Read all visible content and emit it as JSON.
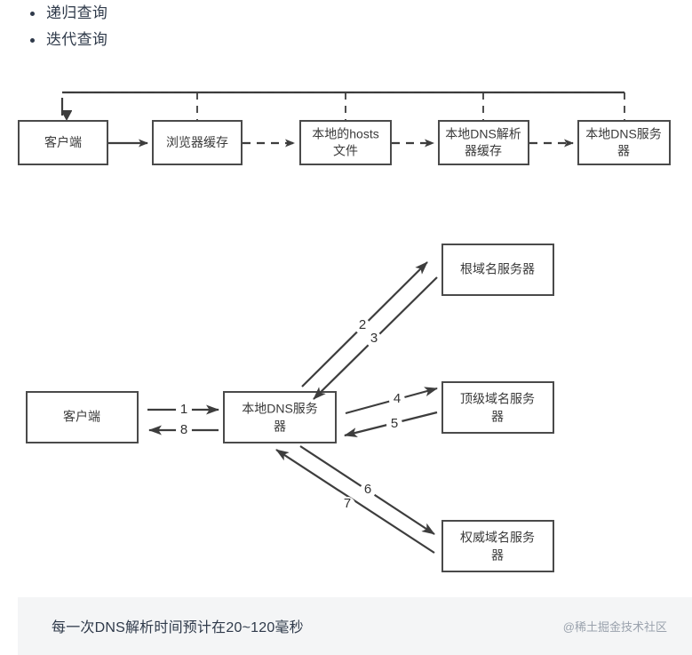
{
  "bullets": [
    {
      "label": "递归查询"
    },
    {
      "label": "迭代查询"
    }
  ],
  "diagram_one": {
    "nodes": [
      {
        "id": "client",
        "label": "客户端",
        "lines": [
          "客户端"
        ]
      },
      {
        "id": "browser-cache",
        "label": "浏览器缓存",
        "lines": [
          "浏览器缓存"
        ]
      },
      {
        "id": "hosts-file",
        "label": "本地的hosts文件",
        "lines": [
          "本地的hosts",
          "文件"
        ]
      },
      {
        "id": "resolver-cache",
        "label": "本地DNS解析器缓存",
        "lines": [
          "本地DNS解析",
          "器缓存"
        ]
      },
      {
        "id": "local-dns",
        "label": "本地DNS服务器",
        "lines": [
          "本地DNS服务",
          "器"
        ]
      }
    ]
  },
  "diagram_two": {
    "nodes": [
      {
        "id": "client",
        "label": "客户端",
        "lines": [
          "客户端"
        ]
      },
      {
        "id": "local-dns",
        "label": "本地DNS服务器",
        "lines": [
          "本地DNS服务",
          "器"
        ]
      },
      {
        "id": "root-server",
        "label": "根域名服务器",
        "lines": [
          "根域名服务器"
        ]
      },
      {
        "id": "tld-server",
        "label": "顶级域名服务器",
        "lines": [
          "顶级域名服务",
          "器"
        ]
      },
      {
        "id": "auth-server",
        "label": "权威域名服务器",
        "lines": [
          "权威域名服务",
          "器"
        ]
      }
    ],
    "steps": [
      {
        "num": "1",
        "from": "client",
        "to": "local-dns"
      },
      {
        "num": "2",
        "from": "local-dns",
        "to": "root-server"
      },
      {
        "num": "3",
        "from": "root-server",
        "to": "local-dns"
      },
      {
        "num": "4",
        "from": "local-dns",
        "to": "tld-server"
      },
      {
        "num": "5",
        "from": "tld-server",
        "to": "local-dns"
      },
      {
        "num": "6",
        "from": "local-dns",
        "to": "auth-server"
      },
      {
        "num": "7",
        "from": "auth-server",
        "to": "local-dns"
      },
      {
        "num": "8",
        "from": "local-dns",
        "to": "client"
      }
    ]
  },
  "footer": {
    "note": "每一次DNS解析时间预计在20~120毫秒",
    "watermark": "@稀土掘金技术社区"
  },
  "colors": {
    "text": "#2f3a4a",
    "stroke": "#3d3d3d",
    "node_border": "#4a4a4a",
    "footer_bg": "#f4f5f6",
    "watermark": "#9aa2ad"
  }
}
